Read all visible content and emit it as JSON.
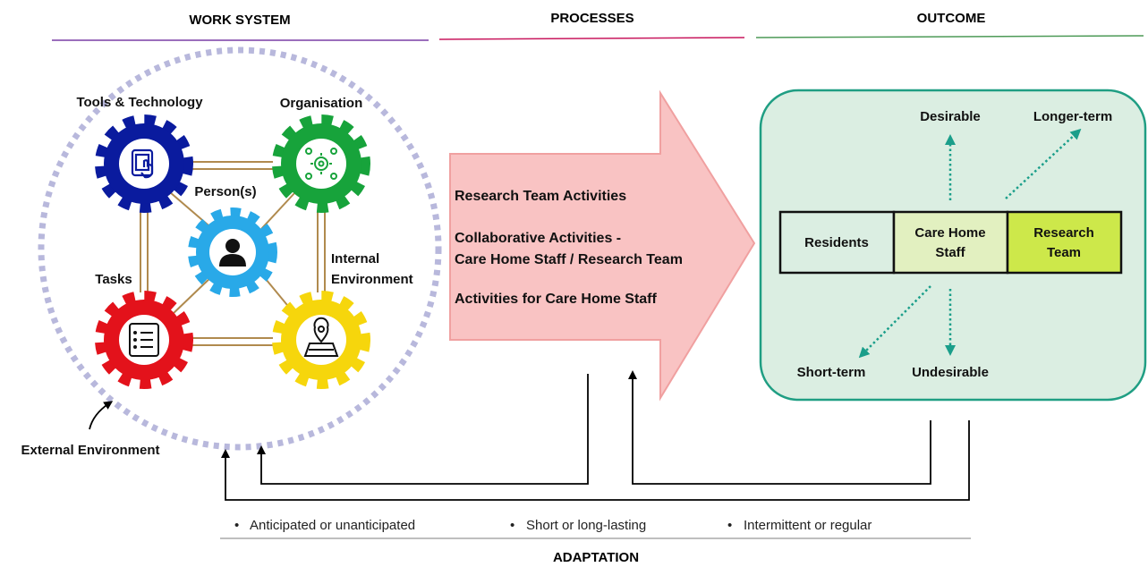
{
  "headers": {
    "work_system": "WORK SYSTEM",
    "processes": "PROCESSES",
    "outcome": "OUTCOME"
  },
  "work_system": {
    "tools": "Tools & Technology",
    "organisation": "Organisation",
    "persons": "Person(s)",
    "tasks": "Tasks",
    "internal_line1": "Internal",
    "internal_line2": "Environment",
    "external": "External Environment"
  },
  "processes": {
    "item1": "Research Team Activities",
    "item2_line1": "Collaborative Activities -",
    "item2_line2": "Care Home Staff / Research Team",
    "item3": "Activities for Care Home Staff"
  },
  "outcome": {
    "desirable": "Desirable",
    "longer_term": "Longer-term",
    "short_term": "Short-term",
    "undesirable": "Undesirable",
    "residents": "Residents",
    "staff_line1": "Care Home",
    "staff_line2": "Staff",
    "team_line1": "Research",
    "team_line2": "Team"
  },
  "adaptation": {
    "bullets": [
      "Anticipated or unanticipated",
      "Short or long-lasting",
      "Intermittent or regular"
    ],
    "label": "ADAPTATION"
  },
  "colors": {
    "tools_gear": "#0a1b9e",
    "organisation_gear": "#17a33b",
    "persons_gear": "#29a9e8",
    "tasks_gear": "#e3121b",
    "internal_gear": "#f6d60c",
    "arrow_fill": "#f9c3c3",
    "outcome_bg": "#dbeee2",
    "outcome_border": "#1f9e83",
    "teal_arrow": "#1a9e8a"
  }
}
